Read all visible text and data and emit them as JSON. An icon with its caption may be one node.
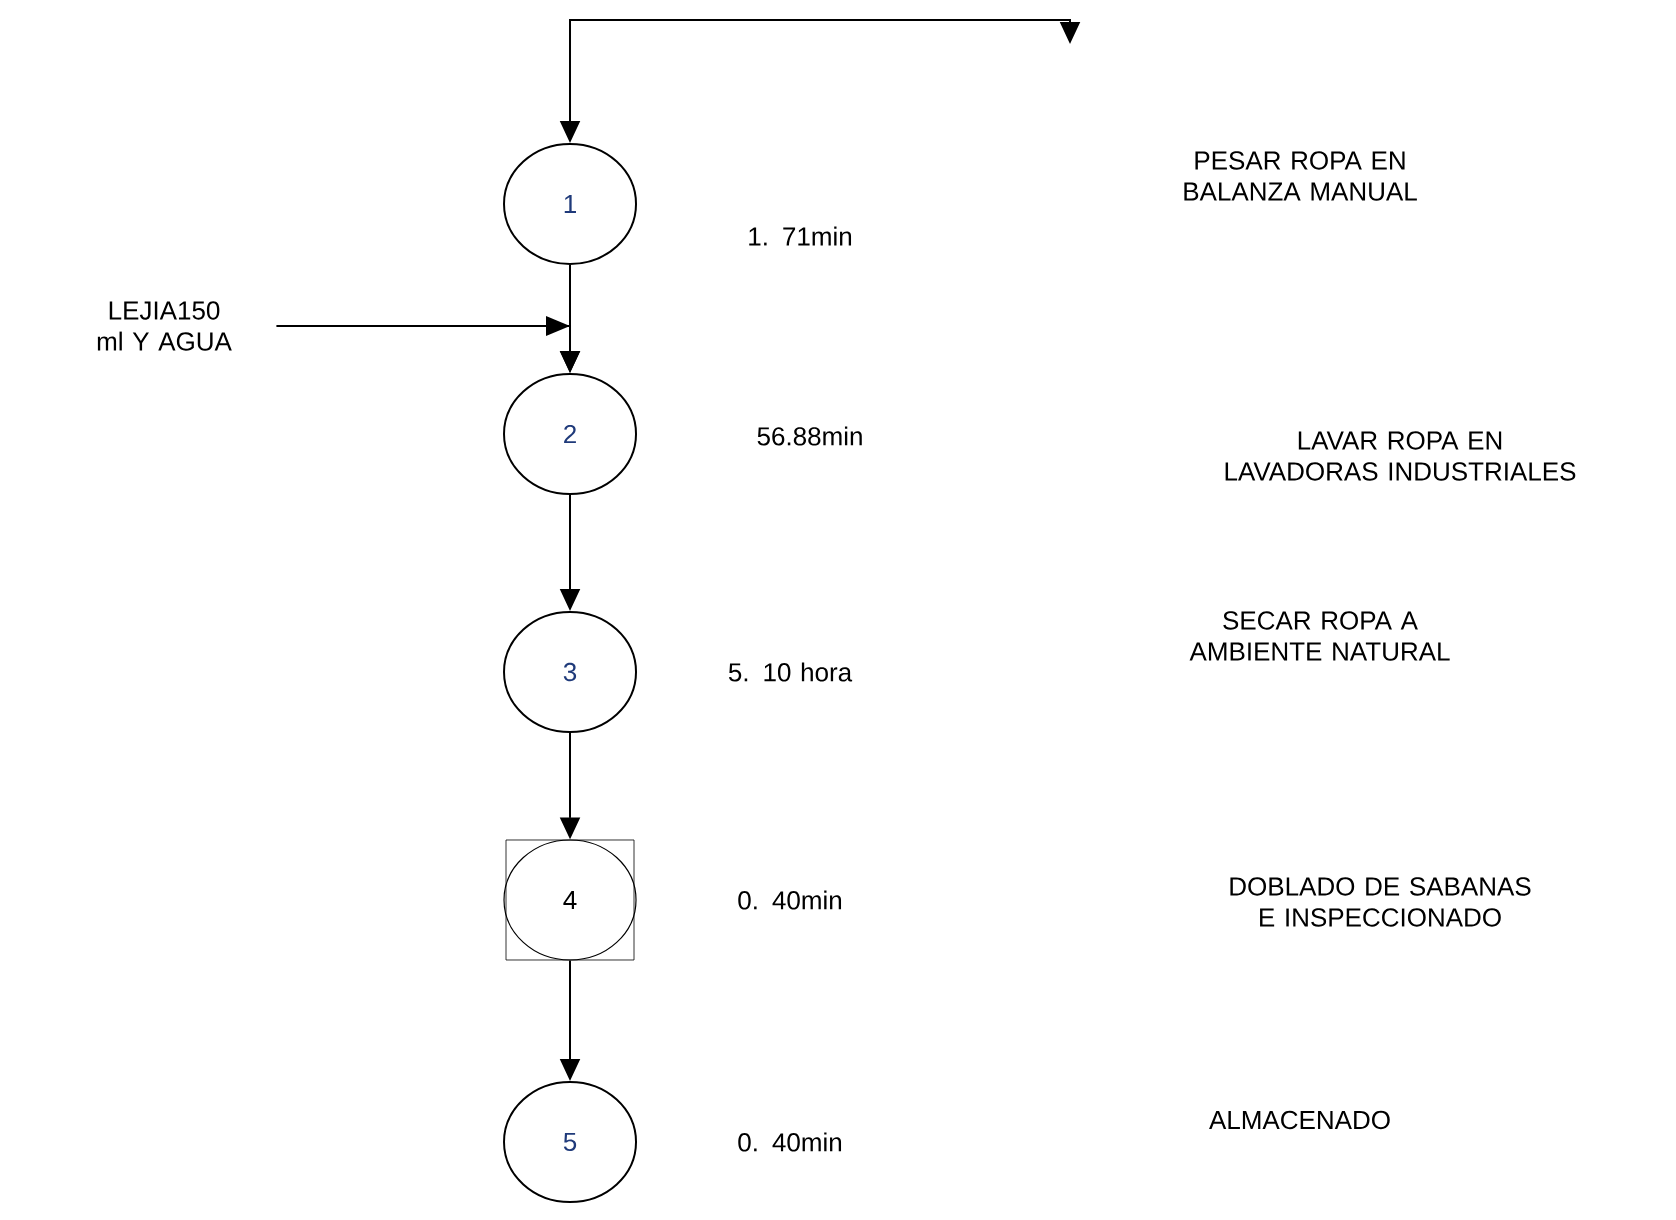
{
  "diagram": {
    "nodes": [
      {
        "text": [
          "LEJIA150 ml Y AGUA"
        ]
      },
      {
        "text": [
          "1"
        ]
      },
      {
        "text": [
          "2"
        ]
      },
      {
        "text": [
          "3"
        ]
      },
      {
        "text": [
          "4"
        ]
      },
      {
        "text": [
          "5"
        ]
      }
    ],
    "edges": [
      {
        "from": null,
        "to": 1,
        "arrow": "both"
      },
      {
        "from": 0,
        "to": 2,
        "arrow": "to"
      },
      {
        "from": 1,
        "to": 2,
        "arrow": "to"
      },
      {
        "from": 2,
        "to": 3,
        "arrow": "to"
      },
      {
        "from": 3,
        "to": 4,
        "arrow": "to"
      },
      {
        "from": 4,
        "to": 5,
        "arrow": "to"
      }
    ],
    "labels": [
      "PESAR ROPA EN BALANZA MANUAL",
      "1. 71min",
      "LAVAR ROPA EN LAVADORAS INDUSTRIALES",
      "56.88min",
      "SECAR ROPA A AMBIENTE NATURAL",
      "5. 10 hora",
      "0. 40min",
      "DOBLADO DE SABANAS E INSPECCIONADO",
      "ALMACENADO",
      "0. 40min"
    ]
  }
}
